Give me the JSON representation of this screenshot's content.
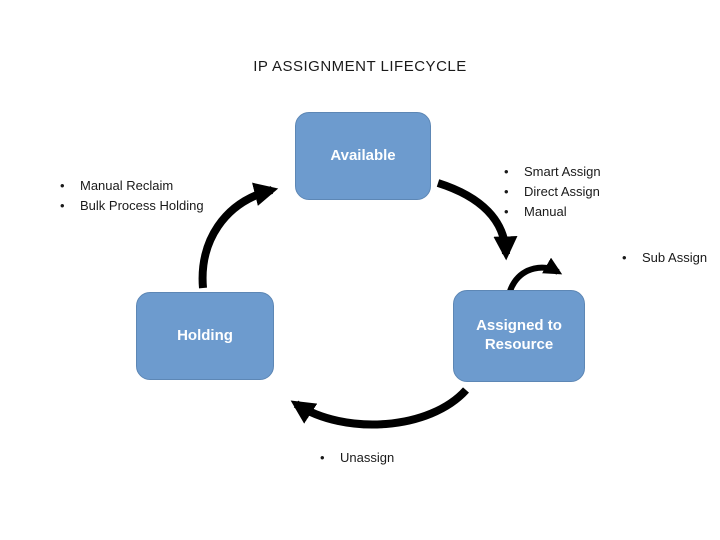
{
  "title": "IP ASSIGNMENT LIFECYCLE",
  "nodes": {
    "available": {
      "label": "Available"
    },
    "assigned": {
      "label": "Assigned to Resource"
    },
    "holding": {
      "label": "Holding"
    }
  },
  "annotations": {
    "assign_methods": [
      "Smart Assign",
      "Direct Assign",
      "Manual"
    ],
    "sub_assign": "Sub Assign",
    "reclaim": [
      "Manual Reclaim",
      "Bulk Process Holding"
    ],
    "unassign": "Unassign"
  },
  "colors": {
    "node_fill": "#6d9bce",
    "node_border": "#5d87b5",
    "arrow": "#000000",
    "text": "#1a1a1a"
  }
}
